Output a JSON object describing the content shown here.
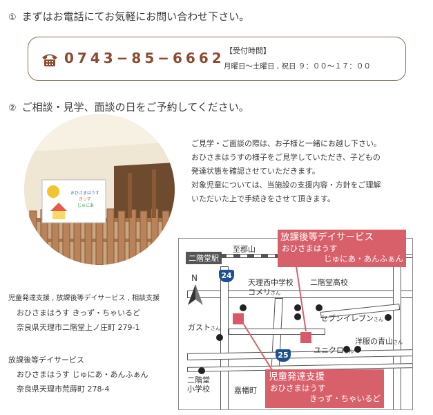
{
  "step1": {
    "num": "①",
    "text": "まずはお電話にてお気軽にお問い合わせ下さい。"
  },
  "contact": {
    "phone_icon": "telephone-icon",
    "phone": "0743−85−6662",
    "hours_title": "【受付時間】",
    "hours": "月曜日〜土曜日 , 祝日 ９：００〜１７：００"
  },
  "step2": {
    "num": "②",
    "text": "ご相談・見学、面談の日をご予約してください。"
  },
  "photo": {
    "sign_line1": "おひさまはうす",
    "sign_line2": "きっず",
    "sign_line3": "じゅにあ"
  },
  "description": [
    "ご見学・ご面談の際は、お子様と一緒にお越し下さい。",
    "おひさまはうすの様子をご見学していただき、子どもの",
    "発達状態を確認させていただきます。",
    "対象児童については、当施設の支援内容・方針をご理解",
    "いただいた上で手続きをさせて頂きます。"
  ],
  "address1": {
    "category": "児童発達支援 , 放課後等デイサービス , 相談支援",
    "name": "おひさまはうす きっず・ちゃいるど",
    "address": "奈良県天理市二階堂上ノ庄町 279-1"
  },
  "address2": {
    "category": "放課後等デイサービス",
    "name": "おひさまはうす じゅにあ・あんふぁん",
    "address": "奈良県天理市荒蒔町 278-4"
  },
  "map": {
    "station": "二階堂駅",
    "shizuryama": "至郡山",
    "route24": "24",
    "route25": "25",
    "north": "N",
    "tenri_nishi": "天理西中学校",
    "komeri": "コメリ",
    "komeri_suffix": "さん",
    "nikaido_high": "二階堂高校",
    "gusto": "ガスト",
    "gusto_suffix": "さん",
    "seven": "セブンイレブン",
    "seven_suffix": "さん",
    "aoyama": "洋服の青山",
    "aoyama_suffix": "さん",
    "uniqlo": "ユニクロ",
    "uniqlo_suffix": "さん",
    "nikaido_elem_1": "二階堂",
    "nikaido_elem_2": "小学校",
    "kabe": "嘉幡町",
    "callout_top": {
      "title": "放課後等デイサービス",
      "line1": "おひさまはうす",
      "line2": "じゅにあ・あんふぁん"
    },
    "callout_bottom": {
      "title": "児童発達支援",
      "line1": "おひさまはうす",
      "line2": "きっず・ちゃいるど"
    }
  }
}
